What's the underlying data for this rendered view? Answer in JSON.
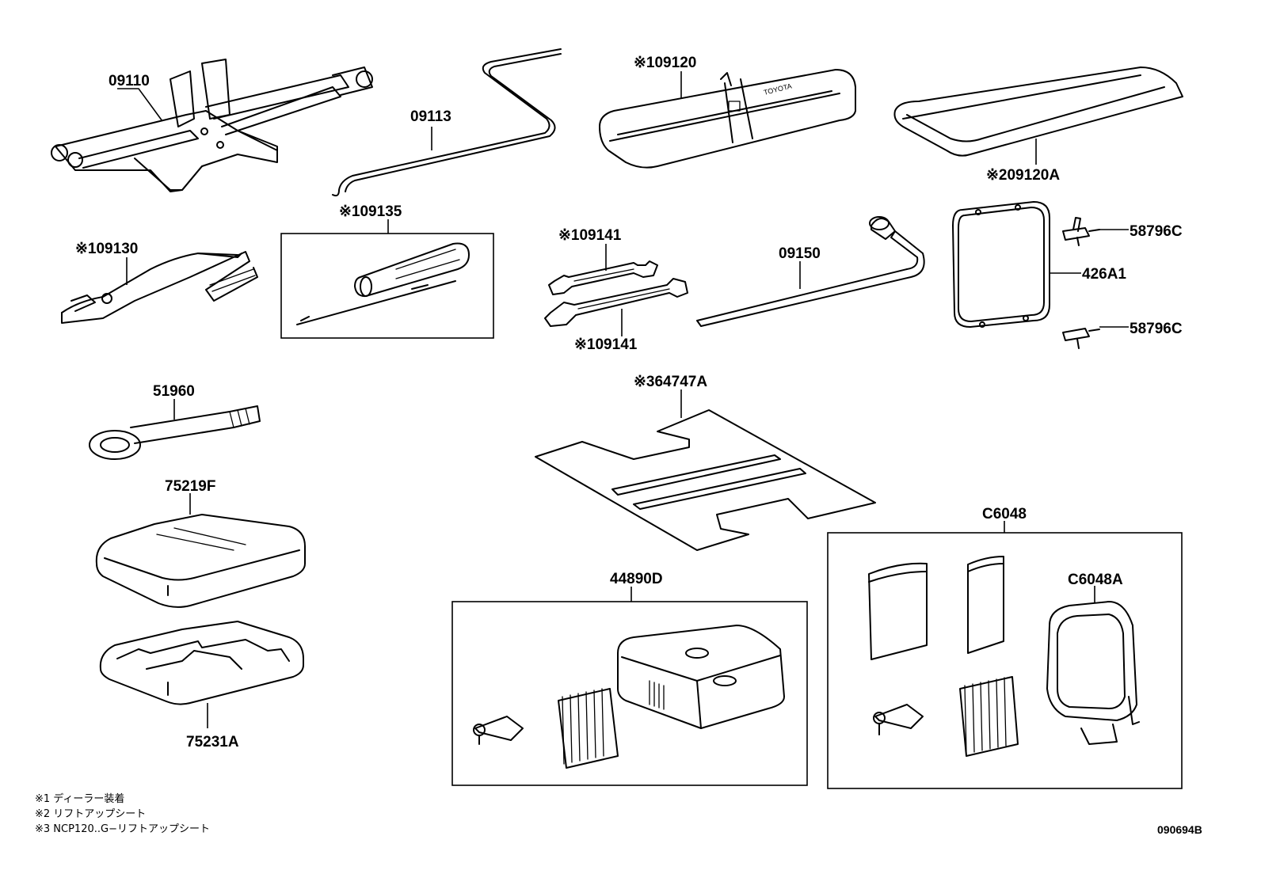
{
  "parts": {
    "jack": "09110",
    "jack_handle": "09113",
    "tool_bag_1": "※109120",
    "tool_bag_2": "※209120A",
    "pliers": "※109130",
    "screwdriver": "※109135",
    "wrench_top": "※109141",
    "wrench_bottom": "※109141",
    "lug_wrench": "09150",
    "strap": "426A1",
    "clip_top": "58796C",
    "clip_bottom": "58796C",
    "towing_eye": "51960",
    "mat": "※364747A",
    "tray_lid": "75219F",
    "tray_base": "75231A",
    "repair_kit_small": "44890D",
    "repair_kit_large": "C6048",
    "compressor": "C6048A"
  },
  "notes": [
    "※1 ディーラー装着",
    "※2 リフトアップシート",
    "※3 NCP120..G−リフトアップシート"
  ],
  "document_code": "090694B"
}
